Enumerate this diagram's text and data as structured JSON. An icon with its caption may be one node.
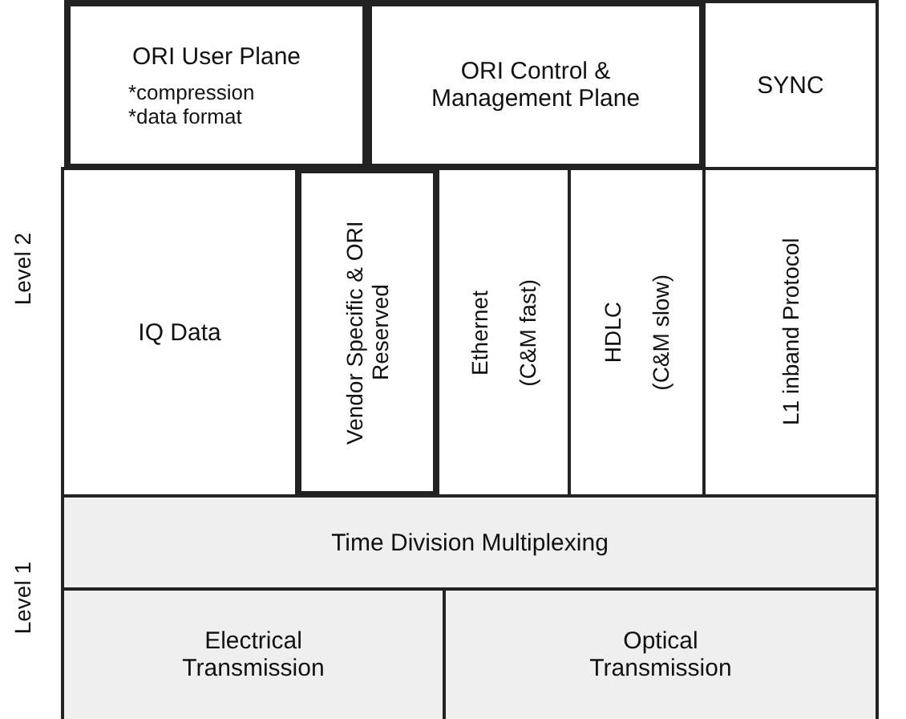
{
  "diagram": {
    "nodes": [
      {
        "text": [
          "ORI User Plane",
          "*compression *data format"
        ]
      },
      {
        "text": [
          "ORI Control & Management Plane"
        ]
      },
      {
        "text": [
          "SYNC"
        ]
      },
      {
        "text": [
          "IQ Data"
        ]
      },
      {
        "text": [
          "Vendor Specific & ORI Reserved"
        ]
      },
      {
        "text": [
          "Ethernet",
          "(C&M fast)"
        ]
      },
      {
        "text": [
          "HDLC",
          "(C&M slow)"
        ]
      },
      {
        "text": [
          "L1 inband Protocol"
        ]
      },
      {
        "text": [
          "Time Division Multiplexing"
        ]
      },
      {
        "text": [
          "Electrical Transmission"
        ]
      },
      {
        "text": [
          "Optical Transmission"
        ]
      }
    ],
    "edges": [],
    "labels": [
      "Level 2",
      "Level 1"
    ]
  }
}
